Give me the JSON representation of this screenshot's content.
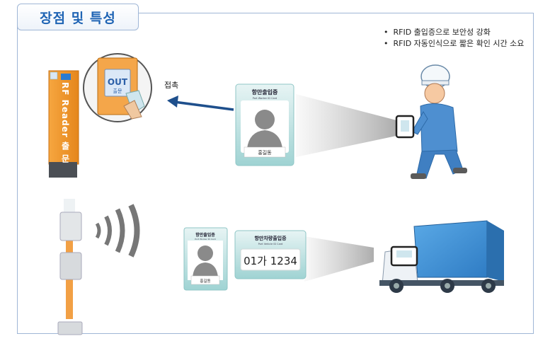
{
  "title": "장점 및 특성",
  "bullets": [
    "RFID 출입증으로 보안성 강화",
    "RFID 자동인식으로 짧은 확인 시간 소요"
  ],
  "gate": {
    "vertical_text": "RF Reader 출 문",
    "sign_text": "OUT",
    "sign_sub": "출문"
  },
  "contact_label": "접촉",
  "id_card": {
    "title": "항만출입증",
    "subtitle": "Port Worker ID Card",
    "name": "홍길동"
  },
  "small_card": {
    "title": "항만출입증",
    "subtitle": "Port Worker ID Card",
    "name": "홍길동"
  },
  "vehicle_card": {
    "title": "항만차량출입증",
    "subtitle": "Port Vehicle ID Card",
    "plate": "01가 1234"
  },
  "colors": {
    "accent": "#1f64b4",
    "border": "#9fb6d6",
    "gate_orange": "#f39a2a",
    "card_teal": "#bfe3e3",
    "truck_blue": "#3b8fd6",
    "arrow": "#1e4f8c"
  }
}
